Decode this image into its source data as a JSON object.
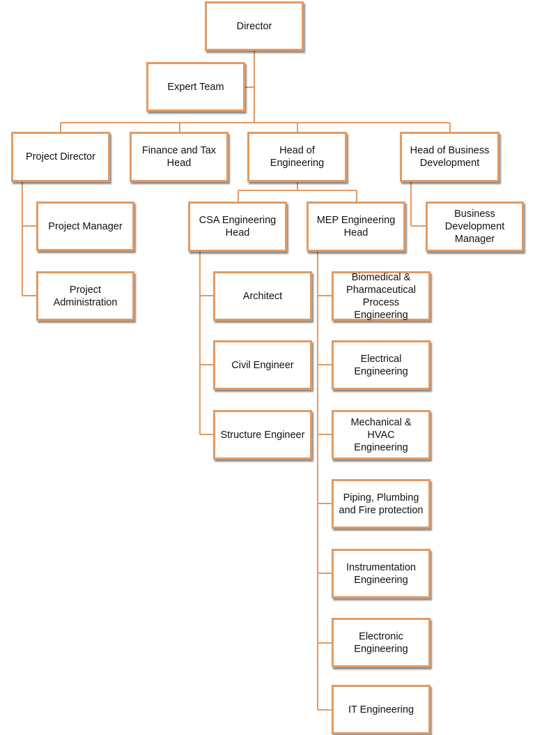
{
  "colors": {
    "border": "#e39a62",
    "connector": "#e39a62",
    "background": "#ffffff"
  },
  "nodes": {
    "director": "Director",
    "expert_team": "Expert Team",
    "project_director": "Project Director",
    "finance_tax_head": "Finance and Tax\nHead",
    "head_engineering": "Head of Engineering",
    "head_business_dev": "Head of Business\nDevelopment",
    "project_manager": "Project Manager",
    "project_administration": "Project\nAdministration",
    "csa_head": "CSA Engineering\nHead",
    "mep_head": "MEP Engineering\nHead",
    "business_dev_manager": "Business\nDevelopment\nManager",
    "architect": "Architect",
    "civil_engineer": "Civil Engineer",
    "structure_engineer": "Structure Engineer",
    "biomedical": "Biomedical &\nPharmaceutical\nProcess Engineering",
    "electrical": "Electrical\nEngineering",
    "mechanical_hvac": "Mechanical & HVAC\nEngineering",
    "piping": "Piping, Plumbing\nand Fire protection",
    "instrumentation": "Instrumentation\nEngineering",
    "electronic": "Electronic\nEngineering",
    "it_engineering": "IT Engineering"
  }
}
